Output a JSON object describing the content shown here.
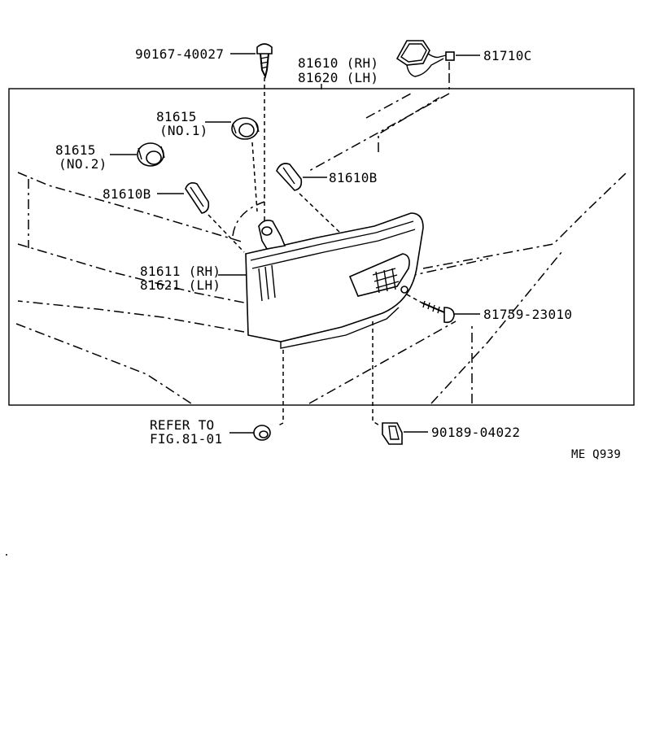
{
  "labels": {
    "screw_top": "90167-40027",
    "lamp_assy_rh": "81610 (RH)",
    "lamp_assy_lh": "81620 (LH)",
    "wire_harness": "81710C",
    "socket_no1_num": "81615",
    "socket_no1_tag": "(NO.1)",
    "socket_no2_num": "81615",
    "socket_no2_tag": "(NO.2)",
    "bulb_right": "81610B",
    "bulb_left": "81610B",
    "lens_rh": "81611 (RH)",
    "lens_lh": "81621 (LH)",
    "screw_right": "81759-23010",
    "refer_to_line1": "REFER TO",
    "refer_to_line2": "FIG.81-01",
    "clip_bottom": "90189-04022",
    "diagram_code": "ME  Q939"
  }
}
